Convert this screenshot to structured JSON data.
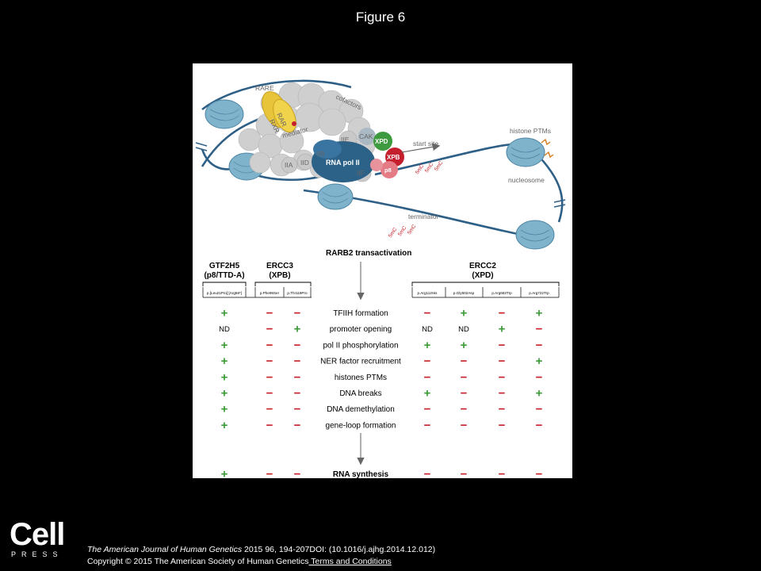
{
  "figure_title": "Figure 6",
  "diagram": {
    "labels": {
      "rare": "RARE",
      "rar": "RAR",
      "rxr": "RXR",
      "cofactors": "cofactors",
      "mediator": "mediator",
      "tfiie": "IIE",
      "tfiib": "IIB",
      "tfiia": "IIA",
      "tfiid": "IID",
      "tfiif": "IIF",
      "cak": "CAK",
      "xpd": "XPD",
      "xpb": "XPB",
      "p8": "p8",
      "rna_pol_ii": "RNA pol II",
      "start_site": "start site",
      "histone_ptms": "histone PTMs",
      "nucleosome": "nucleosome",
      "terminator": "terminator",
      "mc": "5mC"
    },
    "transactivation_title": "RARB2 transactivation",
    "gene_groups": [
      {
        "name": "GTF2H5",
        "sub": "(p8/TTD-A)",
        "variants": [
          "p.[Leu21Pro];[Arg56*]"
        ]
      },
      {
        "name": "ERCC3",
        "sub": "(XPB)",
        "variants": [
          "p.Phe99Ser",
          "p.Thr119Pro"
        ]
      },
      {
        "name": "ERCC2",
        "sub": "(XPD)",
        "variants": [
          "p.Arg112His",
          "p.Gly602Asp",
          "p.Arg683Trp",
          "p.Arg722Trp"
        ]
      }
    ],
    "rows": [
      {
        "label": "TFIIH formation",
        "values": [
          "+",
          "−",
          "−",
          "−",
          "+",
          "−",
          "+"
        ]
      },
      {
        "label": "promoter opening",
        "values": [
          "ND",
          "−",
          "+",
          "ND",
          "ND",
          "+",
          "−"
        ]
      },
      {
        "label": "pol II phosphorylation",
        "values": [
          "+",
          "−",
          "−",
          "+",
          "+",
          "−",
          "−"
        ]
      },
      {
        "label": "NER factor recruitment",
        "values": [
          "+",
          "−",
          "−",
          "−",
          "−",
          "−",
          "+"
        ]
      },
      {
        "label": "histones PTMs",
        "values": [
          "+",
          "−",
          "−",
          "−",
          "−",
          "−",
          "−"
        ]
      },
      {
        "label": "DNA breaks",
        "values": [
          "+",
          "−",
          "−",
          "+",
          "−",
          "−",
          "+"
        ]
      },
      {
        "label": "DNA demethylation",
        "values": [
          "+",
          "−",
          "−",
          "−",
          "−",
          "−",
          "−"
        ]
      },
      {
        "label": "gene-loop formation",
        "values": [
          "+",
          "−",
          "−",
          "−",
          "−",
          "−",
          "−"
        ]
      }
    ],
    "final_row": {
      "label": "RNA synthesis",
      "values": [
        "+",
        "−",
        "−",
        "−",
        "−",
        "−",
        "−"
      ]
    },
    "colors": {
      "plus": "#3a9a35",
      "minus": "#c8202a",
      "dna": "#2e5f86",
      "nucleosome": "#7fb3cc",
      "xpd": "#3e9a3e",
      "xpb": "#c41f2c",
      "polii": "#2c6287"
    }
  },
  "footer": {
    "logo_word": "Cell",
    "logo_press": "PRESS",
    "journal": "The American Journal of Human Genetics",
    "citation": " 2015 96, 194-207DOI: (10.1016/j.ajhg.2014.12.012)",
    "copyright": "Copyright © 2015 The American Society of Human Genetics",
    "terms_link": " Terms and Conditions"
  }
}
